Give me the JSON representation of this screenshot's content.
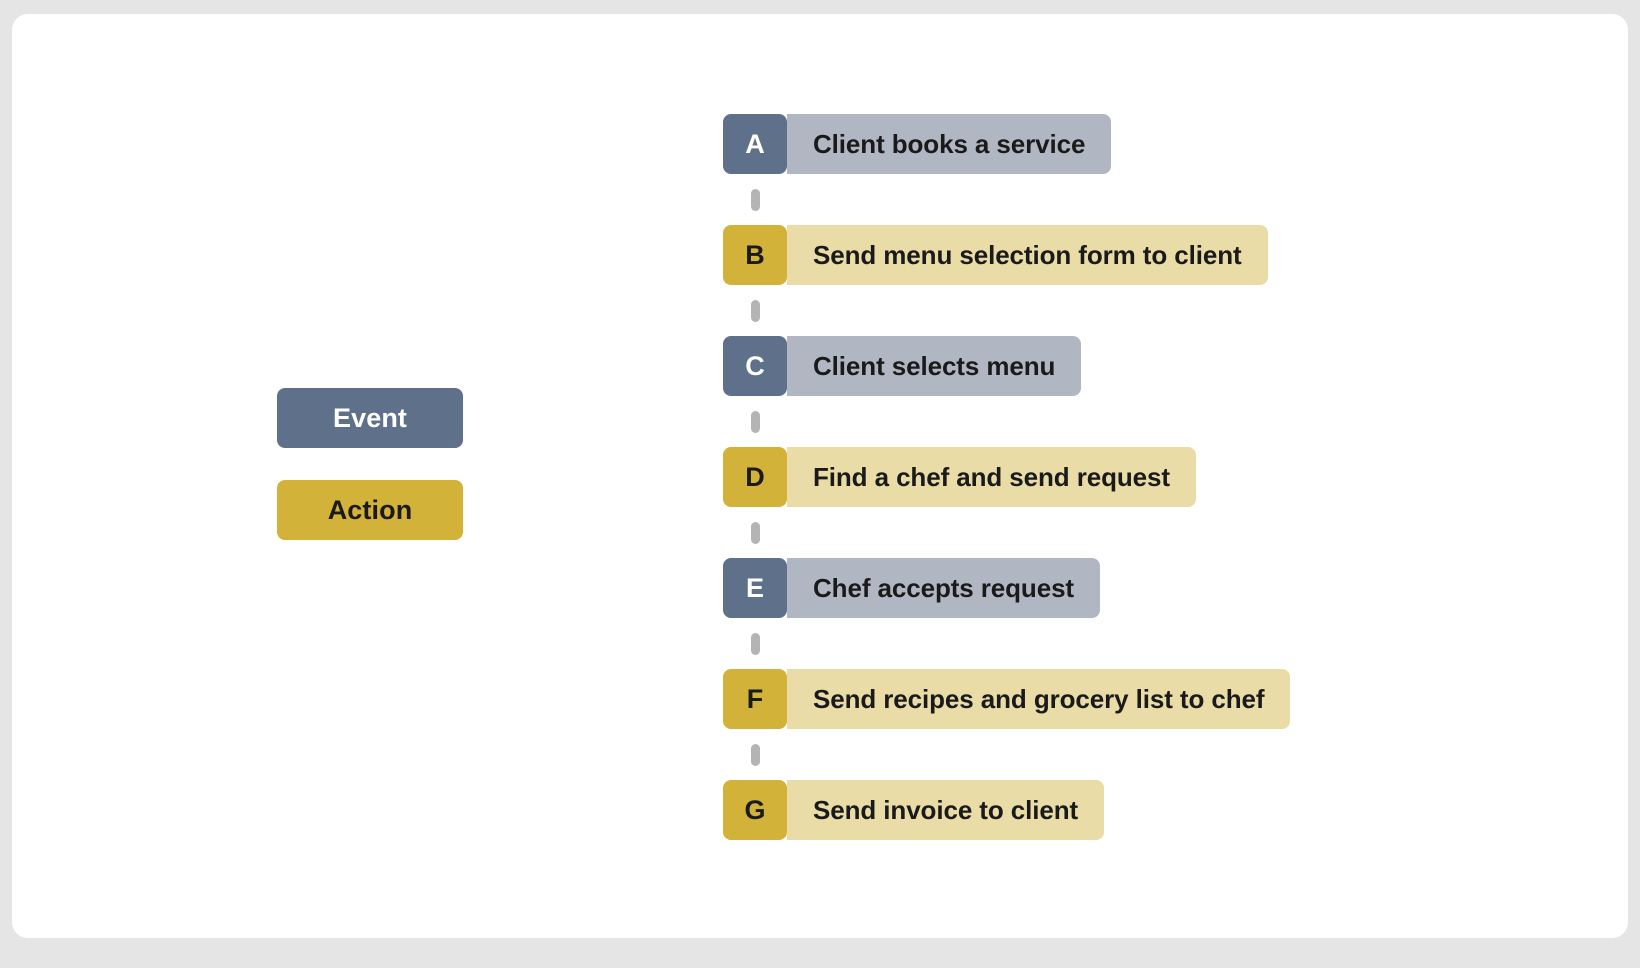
{
  "legend": {
    "items": [
      {
        "label": "Event",
        "type": "event",
        "color": "#5f718a",
        "text_color": "#ffffff"
      },
      {
        "label": "Action",
        "type": "action",
        "color": "#d3b23a",
        "text_color": "#1a1a1a"
      }
    ]
  },
  "flow": {
    "connector_color": "#b4b4b4",
    "nodes": [
      {
        "id": "A",
        "label": "Client books a service",
        "type": "event"
      },
      {
        "id": "B",
        "label": "Send menu selection form to client",
        "type": "action"
      },
      {
        "id": "C",
        "label": "Client selects menu",
        "type": "event"
      },
      {
        "id": "D",
        "label": "Find a chef and send request",
        "type": "action"
      },
      {
        "id": "E",
        "label": "Chef accepts request",
        "type": "event"
      },
      {
        "id": "F",
        "label": "Send recipes and grocery list to chef",
        "type": "action"
      },
      {
        "id": "G",
        "label": "Send invoice to client",
        "type": "action"
      }
    ]
  },
  "theme": {
    "page_background": "#e5e5e5",
    "canvas_background": "#ffffff",
    "event_badge": "#5f718a",
    "event_body": "#b0b7c3",
    "action_badge": "#d3b23a",
    "action_body": "#e9dca7",
    "node_text": "#1a1a1a"
  }
}
